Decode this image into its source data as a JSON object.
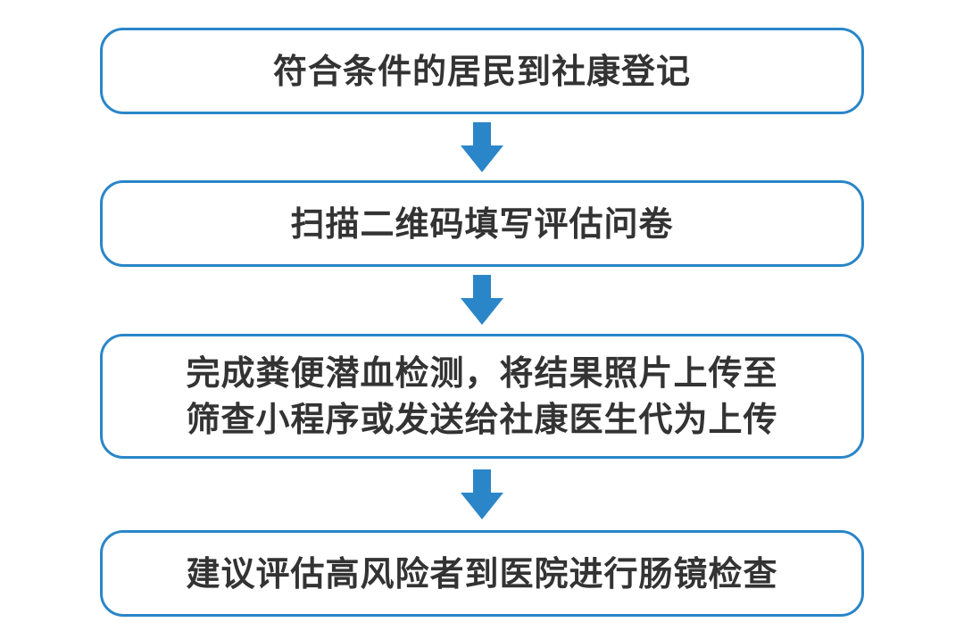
{
  "colors": {
    "accent": "#2a86c8",
    "text": "#333333",
    "background": "#ffffff"
  },
  "flowchart": {
    "steps": [
      {
        "text": "符合条件的居民到社康登记"
      },
      {
        "text": "扫描二维码填写评估问卷"
      },
      {
        "text": "完成粪便潜血检测，将结果照片上传至\n筛查小程序或发送给社康医生代为上传"
      },
      {
        "text": "建议评估高风险者到医院进行肠镜检查"
      }
    ],
    "connector_icon": "arrow-down-icon"
  }
}
